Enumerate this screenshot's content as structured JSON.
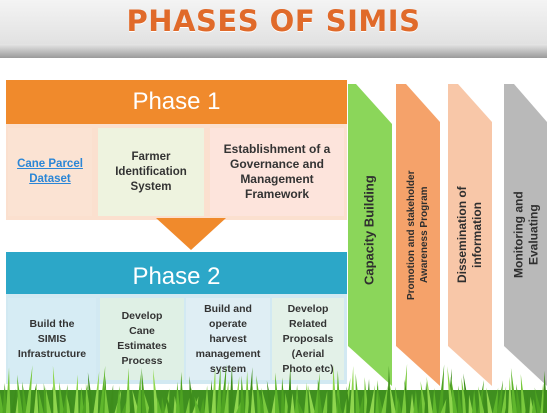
{
  "title": "PHASES OF SIMIS",
  "phase1": {
    "label": "Phase 1",
    "items": [
      "Cane Parcel\nDataset",
      "Farmer\nIdentification\nSystem",
      "Establishment of a\nGovernance and\nManagement\nFramework"
    ]
  },
  "phase2": {
    "label": "Phase 2",
    "items": [
      "Build the\nSIMIS\nInfrastructure",
      "Develop\nCane\nEstimates\nProcess",
      "Build and\noperate\nharvest\nmanagement\nsystem",
      "Develop\nRelated\nProposals\n(Aerial\nPhoto etc)"
    ]
  },
  "side_stages": [
    {
      "label": "Capacity Building",
      "color": "#8bd65a"
    },
    {
      "label": "Promotion and stakeholder\nAwareness Program",
      "color": "#f5a26a"
    },
    {
      "label": "Dissemination of\ninformation",
      "color": "#f8c7a8"
    },
    {
      "label": "Monitoring and\nEvaluating",
      "color": "#b9b9b9"
    }
  ],
  "colors": {
    "phase1": "#f08a2c",
    "phase2": "#2ca7c8",
    "title": "#e06a2a"
  }
}
